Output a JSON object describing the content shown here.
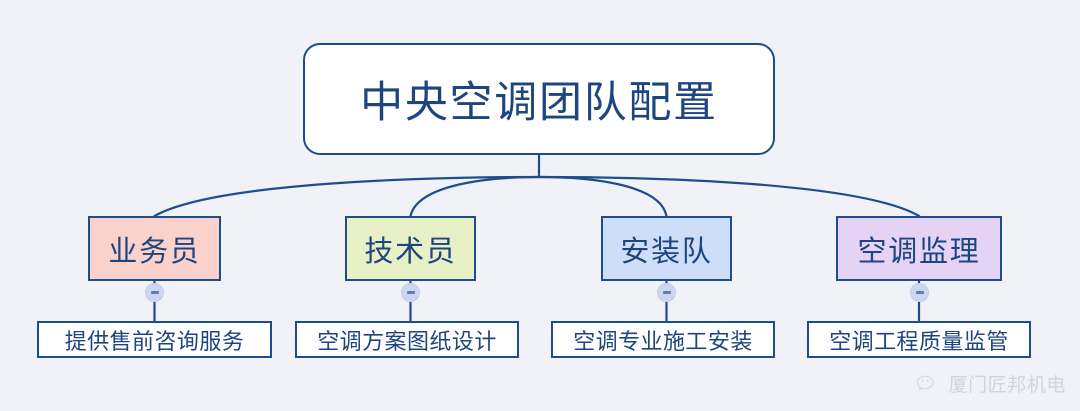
{
  "diagram": {
    "type": "mind-map",
    "background_color": "#f0f2f7",
    "line_color": "#1d4e8c",
    "text_color": "#1d457f",
    "root": {
      "label": "中央空调团队配置",
      "fill_color": "#ffffff",
      "border_color": "#1a4d8f"
    },
    "categories": [
      {
        "label": "业务员",
        "fill_color": "#fad2cb",
        "toggle": "collapse-minus",
        "child": {
          "label": "提供售前咨询服务",
          "fill_color": "#ffffff"
        }
      },
      {
        "label": "技术员",
        "fill_color": "#e7f1c5",
        "toggle": "collapse-minus",
        "child": {
          "label": "空调方案图纸设计",
          "fill_color": "#ffffff"
        }
      },
      {
        "label": "安装队",
        "fill_color": "#cedef8",
        "toggle": "collapse-minus",
        "child": {
          "label": "空调专业施工安装",
          "fill_color": "#ffffff"
        }
      },
      {
        "label": "空调监理",
        "fill_color": "#e5d3f6",
        "toggle": "collapse-minus",
        "child": {
          "label": "空调工程质量监管",
          "fill_color": "#ffffff"
        }
      }
    ]
  },
  "watermark": {
    "text": "厦门匠邦机电",
    "icon": "wechat-icon",
    "color": "#b9bcc6"
  }
}
